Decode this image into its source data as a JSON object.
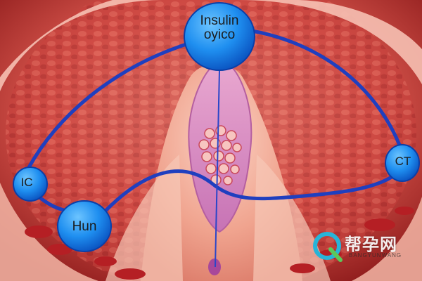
{
  "nodes": {
    "insulin": {
      "line1": "Insulin",
      "line2": "oyico"
    },
    "ic": {
      "label": "IC"
    },
    "hun": {
      "label": "Hun"
    },
    "ct": {
      "label": "CT"
    }
  },
  "watermark": {
    "text": "帮孕网",
    "subtext": "BANGYUNWANG"
  },
  "colors": {
    "node_fill": "#1f8ff0",
    "node_outline": "#0b3fa8",
    "connector": "#1f3fbf",
    "tissue_dark": "#9e2424",
    "tissue_mid": "#d95c52",
    "tissue_light": "#f4b3a2",
    "organ_pink": "#e79fbf"
  }
}
